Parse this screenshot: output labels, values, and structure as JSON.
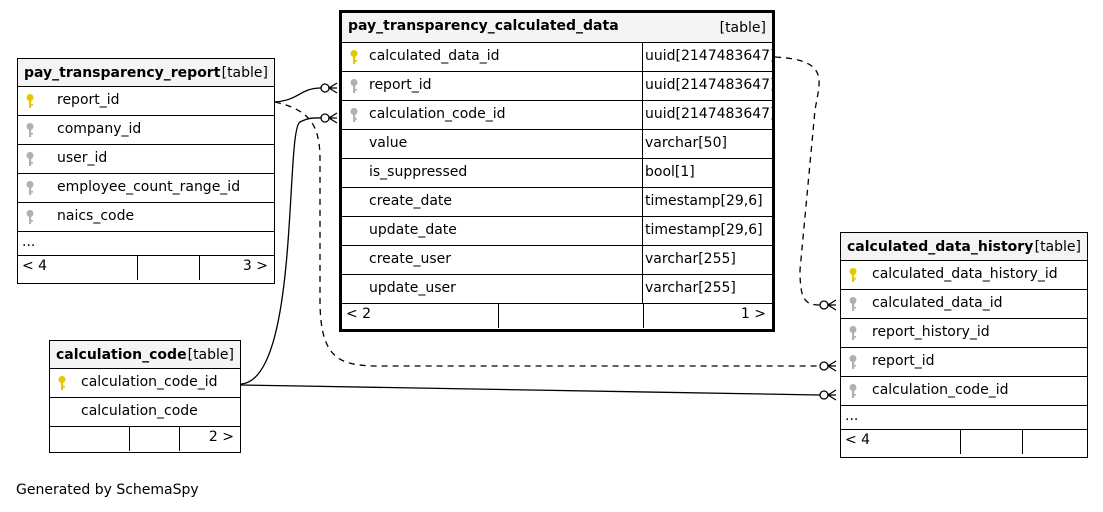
{
  "tables": {
    "report": {
      "name": "pay_transparency_report",
      "kind": "[table]",
      "columns": [
        {
          "name": "report_id",
          "key": "primary"
        },
        {
          "name": "company_id",
          "key": "foreign"
        },
        {
          "name": "user_id",
          "key": "foreign"
        },
        {
          "name": "employee_count_range_id",
          "key": "foreign"
        },
        {
          "name": "naics_code",
          "key": "foreign"
        }
      ],
      "more": "...",
      "footer_left": "< 4",
      "footer_right": "3 >"
    },
    "calculated": {
      "name": "pay_transparency_calculated_data",
      "kind": "[table]",
      "columns": [
        {
          "name": "calculated_data_id",
          "type": "uuid[2147483647]",
          "key": "primary"
        },
        {
          "name": "report_id",
          "type": "uuid[2147483647]",
          "key": "foreign"
        },
        {
          "name": "calculation_code_id",
          "type": "uuid[2147483647]",
          "key": "foreign"
        },
        {
          "name": "value",
          "type": "varchar[50]",
          "key": "none"
        },
        {
          "name": "is_suppressed",
          "type": "bool[1]",
          "key": "none"
        },
        {
          "name": "create_date",
          "type": "timestamp[29,6]",
          "key": "none"
        },
        {
          "name": "update_date",
          "type": "timestamp[29,6]",
          "key": "none"
        },
        {
          "name": "create_user",
          "type": "varchar[255]",
          "key": "none"
        },
        {
          "name": "update_user",
          "type": "varchar[255]",
          "key": "none"
        }
      ],
      "footer_left": "< 2",
      "footer_right": "1 >"
    },
    "code": {
      "name": "calculation_code",
      "kind": "[table]",
      "columns": [
        {
          "name": "calculation_code_id",
          "key": "primary"
        },
        {
          "name": "calculation_code",
          "key": "none"
        }
      ],
      "footer_left": "",
      "footer_right": "2 >"
    },
    "history": {
      "name": "calculated_data_history",
      "kind": "[table]",
      "columns": [
        {
          "name": "calculated_data_history_id",
          "key": "primary"
        },
        {
          "name": "calculated_data_id",
          "key": "foreign"
        },
        {
          "name": "report_history_id",
          "key": "foreign"
        },
        {
          "name": "report_id",
          "key": "foreign"
        },
        {
          "name": "calculation_code_id",
          "key": "foreign"
        }
      ],
      "more": "...",
      "footer_left": "< 4",
      "footer_right": ""
    }
  },
  "colors": {
    "primary_key": "#e6c800",
    "foreign_key": "#b0b0b0"
  },
  "generated_by": "Generated by SchemaSpy"
}
